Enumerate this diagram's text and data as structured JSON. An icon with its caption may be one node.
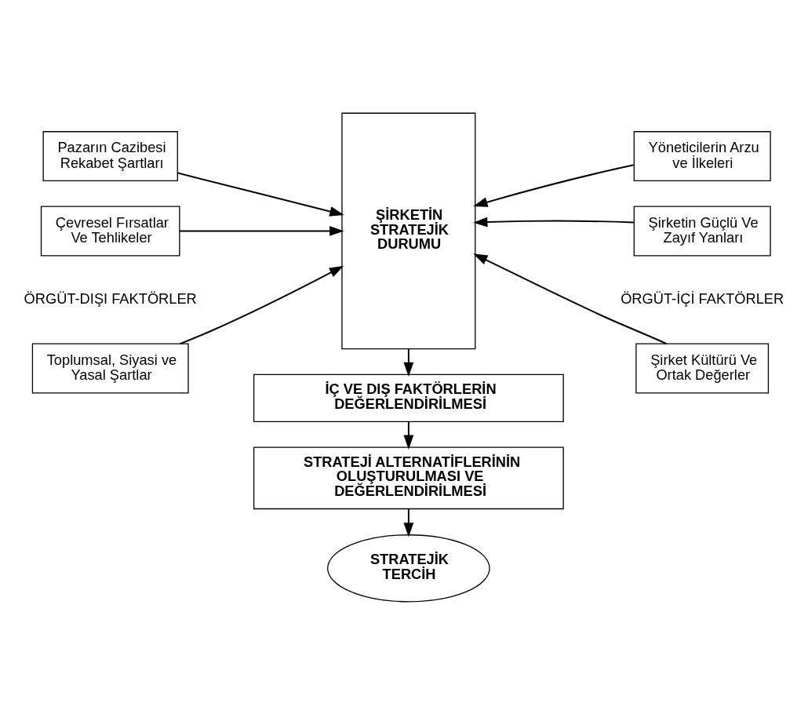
{
  "diagram": {
    "nodes": [
      {
        "text": [
          "Toplumsal, Siyasi ve Yasal Şartlar"
        ]
      },
      {
        "text": [
          "Pazarın Cazibesi Rekabet Şartları"
        ]
      },
      {
        "text": [
          "Çevresel Fırsatlar Ve Tehlikeler"
        ]
      },
      {
        "text": [
          "ŞİRKETİN STRATEJİK DURUMU"
        ]
      },
      {
        "text": [
          "Şirket Kültürü Ve Ortak Değerler"
        ]
      },
      {
        "text": [
          "Yöneticilerin Arzu ve İlkeleri"
        ]
      },
      {
        "text": [
          "Şirketin Güçlü Ve Zayıf Yanları"
        ]
      },
      {
        "text": [
          "İÇ VE DIŞ FAKTÖRLERİN DEĞERLENDİRİLMESİ"
        ]
      },
      {
        "text": [
          "STRATEJİ ALTERNATİFLERİNİN OLUŞTURULMASI VE DEĞERLENDİRİLMESİ"
        ]
      },
      {
        "text": [
          "STRATEJİK TERCİH"
        ]
      }
    ],
    "edges": [
      {
        "from": 0,
        "to": 3,
        "arrow": "to"
      },
      {
        "from": 1,
        "to": 3,
        "arrow": "to"
      },
      {
        "from": 2,
        "to": 3,
        "arrow": "to"
      },
      {
        "from": 4,
        "to": 3,
        "arrow": "to"
      },
      {
        "from": 5,
        "to": 3,
        "arrow": "to"
      },
      {
        "from": 6,
        "to": 3,
        "arrow": "to"
      },
      {
        "from": 3,
        "to": 7,
        "arrow": "to"
      },
      {
        "from": 7,
        "to": 8,
        "arrow": "to"
      },
      {
        "from": 8,
        "to": 9,
        "arrow": "to"
      }
    ],
    "labels": [
      "ÖRGÜT-DIŞI FAKTÖRLER",
      "ÖRGÜT-İÇİ FAKTÖRLER"
    ]
  }
}
